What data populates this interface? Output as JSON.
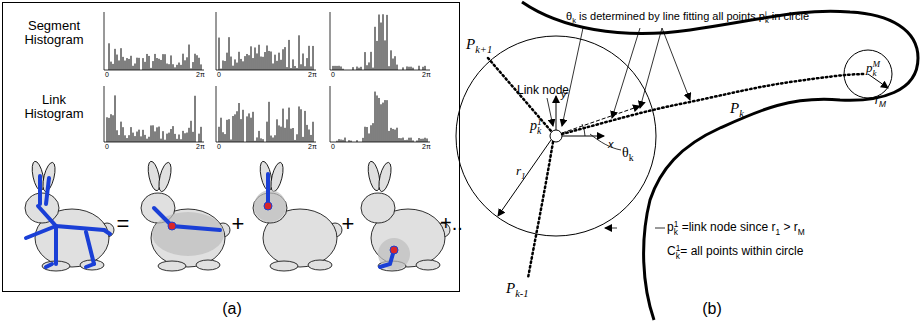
{
  "diagram": {
    "nodes": [
      {
        "text": [
          "Segment Histogram",
          "Link Histogram"
        ]
      }
    ],
    "labels": [
      "0",
      "2π",
      "0",
      "2π",
      "0",
      "2π",
      "0",
      "2π",
      "0",
      "2π",
      "0",
      "2π",
      "=",
      "+",
      "+",
      "+..",
      "(a)",
      "Pk+1",
      "θk is determined by line fitting all points pki in circle",
      "Link node",
      "y",
      "x",
      "pk1",
      "θk",
      "r1",
      "Pk",
      "pkM",
      "rM",
      "pk1 =link node since r1 > rM",
      "Ck1= all points within circle",
      "Pk-1",
      "(b)"
    ]
  }
}
